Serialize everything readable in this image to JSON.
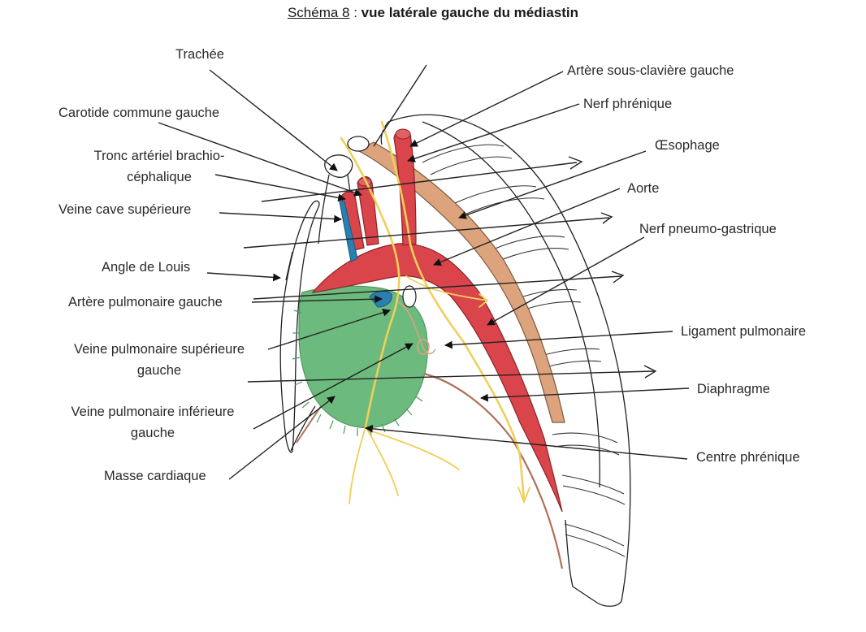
{
  "title": {
    "prefix": "Schéma 8",
    "separator": " : ",
    "main": "vue latérale gauche du médiastin"
  },
  "labels": {
    "trachee": "Trachée",
    "carotide": "Carotide commune gauche",
    "tronc_line1": "Tronc artériel brachio-",
    "tronc_line2": "céphalique",
    "veine_cave": "Veine cave supérieure",
    "angle_louis": "Angle de Louis",
    "artere_pulm": "Artère pulmonaire gauche",
    "vp_sup_line1": "Veine pulmonaire supérieure",
    "vp_sup_line2": "gauche",
    "vp_inf_line1": "Veine pulmonaire inférieure",
    "vp_inf_line2": "gauche",
    "masse_cardiaque": "Masse cardiaque",
    "artere_sous_claviere": "Artère sous-clavière gauche",
    "nerf_phrenique": "Nerf phrénique",
    "oesophage": "Œsophage",
    "aorte": "Aorte",
    "nerf_pneumo": "Nerf pneumo-gastrique",
    "ligament_pulm": "Ligament pulmonaire",
    "diaphragme": "Diaphragme",
    "centre_phrenique": "Centre phrénique"
  },
  "colors": {
    "artery": "#d9454a",
    "vein": "#2a7fb0",
    "heart": "#6cba7d",
    "esophagus": "#dca37c",
    "nerve": "#f0cf5a",
    "diaphragm": "#b0705a",
    "outline": "#222222"
  }
}
